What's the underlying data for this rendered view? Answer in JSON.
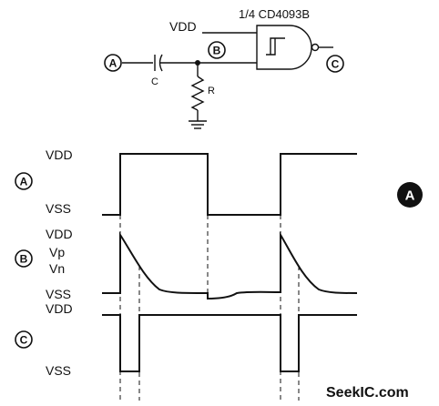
{
  "circuit": {
    "part_label": "1/4 CD4093B",
    "vdd_label": "VDD",
    "capacitor_label": "C",
    "resistor_label": "R",
    "node_a": "A",
    "node_b": "B",
    "node_c": "C"
  },
  "waveforms": {
    "row_a": {
      "node": "A",
      "high_label": "VDD",
      "low_label": "VSS"
    },
    "row_b": {
      "node": "B",
      "vdd_label": "VDD",
      "vp_label": "Vp",
      "vn_label": "Vn",
      "vss_label": "VSS"
    },
    "row_c": {
      "node": "C",
      "vdd_label": "VDD",
      "vss_label": "VSS"
    }
  },
  "figure_badge": "A",
  "watermark": "SeekIC.com"
}
